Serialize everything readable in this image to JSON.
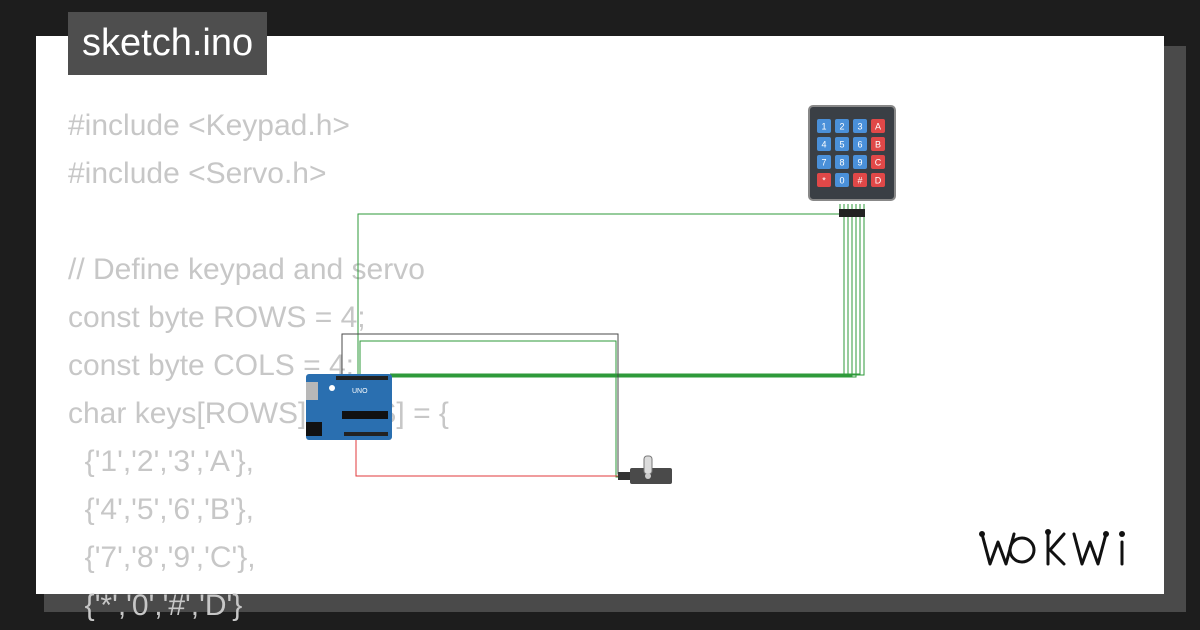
{
  "file": {
    "name": "sketch.ino"
  },
  "code": {
    "lines": [
      "#include <Keypad.h>",
      "#include <Servo.h>",
      "",
      "// Define keypad and servo",
      "const byte ROWS = 4;",
      "const byte COLS = 4;",
      "char keys[ROWS][COLS] = {",
      "  {'1','2','3','A'},",
      "  {'4','5','6','B'},",
      "  {'7','8','9','C'},",
      "  {'*','0','#','D'}"
    ]
  },
  "keypad": {
    "keys": [
      "1",
      "2",
      "3",
      "A",
      "4",
      "5",
      "6",
      "B",
      "7",
      "8",
      "9",
      "C",
      "*",
      "0",
      "#",
      "D"
    ]
  },
  "arduino": {
    "label": "UNO"
  },
  "brand": {
    "name": "WOKWI"
  },
  "colors": {
    "wire_green": "#2e9a3a",
    "wire_red": "#e0393b",
    "wire_dark": "#4a4a4a",
    "key_blue": "#4a90d9",
    "key_red": "#e04848",
    "board_blue": "#2a6fb0"
  }
}
